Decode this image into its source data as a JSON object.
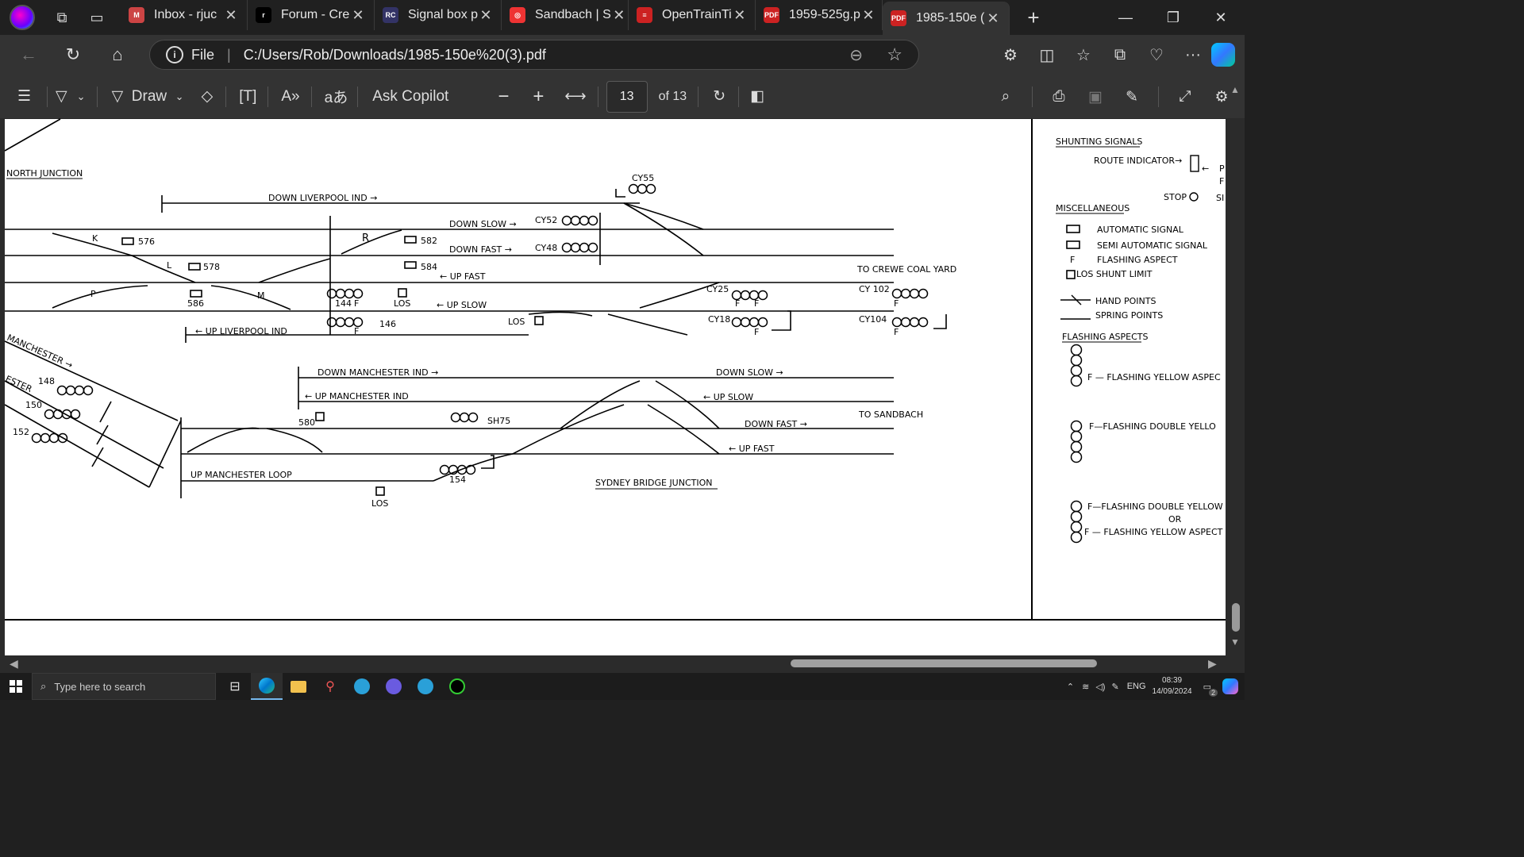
{
  "tabs": [
    {
      "title": "Inbox - rjuc",
      "fav": "M",
      "color": "#202020",
      "favColor": "#c44"
    },
    {
      "title": "Forum - Cre",
      "fav": "r",
      "color": "#000",
      "favColor": "#000"
    },
    {
      "title": "Signal box p",
      "fav": "RC",
      "color": "#224",
      "favColor": "#336"
    },
    {
      "title": "Sandbach | S",
      "fav": "◎",
      "color": "#e33",
      "favColor": "#e33"
    },
    {
      "title": "OpenTrainTi",
      "fav": "≡",
      "color": "#c22",
      "favColor": "#c22"
    },
    {
      "title": "1959-525g.p",
      "fav": "PDF",
      "color": "#c22",
      "favColor": "#c22"
    },
    {
      "title": "1985-150e (",
      "fav": "PDF",
      "color": "#c22",
      "favColor": "#c22",
      "active": true
    }
  ],
  "address": {
    "file_label": "File",
    "url": "C:/Users/Rob/Downloads/1985-150e%20(3).pdf"
  },
  "pdf_toolbar": {
    "draw_label": "Draw",
    "copilot_label": "Ask Copilot",
    "page_number": "13",
    "page_total": "of 13"
  },
  "diagram": {
    "labels": {
      "north_junction": "NORTH JUNCTION",
      "down_liverpool_ind": "DOWN LIVERPOOL IND →",
      "up_liverpool_ind": "← UP LIVERPOOL IND",
      "down_slow_1": "DOWN SLOW →",
      "down_fast_1": "DOWN FAST →",
      "up_fast_1": "← UP FAST",
      "up_slow_1": "← UP SLOW",
      "to_crewe": "TO CREWE COAL YARD",
      "down_manchester_ind": "DOWN MANCHESTER IND →",
      "up_manchester_ind": "← UP MANCHESTER IND",
      "down_slow_2": "DOWN SLOW →",
      "up_slow_2": "← UP SLOW",
      "down_fast_2": "DOWN FAST →",
      "up_fast_2": "← UP FAST",
      "to_sandbach": "TO SANDBACH",
      "up_manchester_loop": "UP MANCHESTER LOOP",
      "sydney_bridge": "SYDNEY BRIDGE JUNCTION",
      "manchester_a": "MANCHESTER →",
      "manchester_b": "ESTER",
      "cy55": "CY55",
      "cy52": "CY52",
      "cy48": "CY48",
      "cy25": "CY25",
      "cy18": "CY18",
      "cy102": "CY 102",
      "cy104": "CY104",
      "s576": "576",
      "s578": "578",
      "s582": "582",
      "s584": "584",
      "s586": "586",
      "s144": "144",
      "s146": "146",
      "s148": "148",
      "s150": "150",
      "s152": "152",
      "s154": "154",
      "s580": "580",
      "sh75": "SH75",
      "los": "LOS",
      "f": "F",
      "pt_k": "K",
      "pt_l": "L",
      "pt_r": "R",
      "pt_p": "P",
      "pt_m": "M"
    },
    "legend": {
      "shunting": "SHUNTING SIGNALS",
      "route_ind": "ROUTE INDICATOR→",
      "stop": "STOP",
      "misc": "MISCELLANEOUS",
      "auto": "AUTOMATIC SIGNAL",
      "semi": "SEMI AUTOMATIC SIGNAL",
      "flash": "FLASHING ASPECT",
      "los": "LOS SHUNT LIMIT",
      "hand": "HAND POINTS",
      "spring": "SPRING POINTS",
      "flashing": "FLASHING ASPECTS",
      "fy": "F — FLASHING YELLOW ASPEC",
      "fdy": "F—FLASHING DOUBLE YELLO",
      "fdy2": "F—FLASHING DOUBLE YELLOW",
      "or": "OR",
      "fy2": "F — FLASHING YELLOW ASPECT",
      "f": "F",
      "clip_p": "P",
      "clip_f": "F",
      "clip_s": "SI"
    }
  },
  "taskbar": {
    "search_placeholder": "Type here to search",
    "lang": "ENG",
    "time": "08:39",
    "date": "14/09/2024",
    "notif": "2"
  }
}
